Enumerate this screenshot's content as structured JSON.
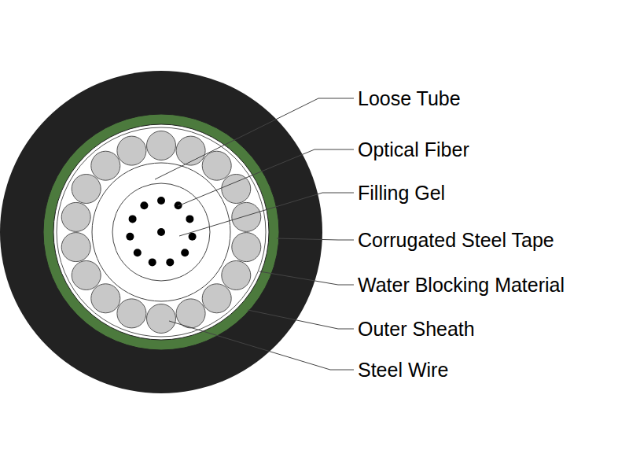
{
  "diagram": {
    "labels": [
      "Loose Tube",
      "Optical Fiber",
      "Filling Gel",
      "Corrugated Steel Tape",
      "Water Blocking Material",
      "Outer Sheath",
      "Steel Wire"
    ]
  }
}
